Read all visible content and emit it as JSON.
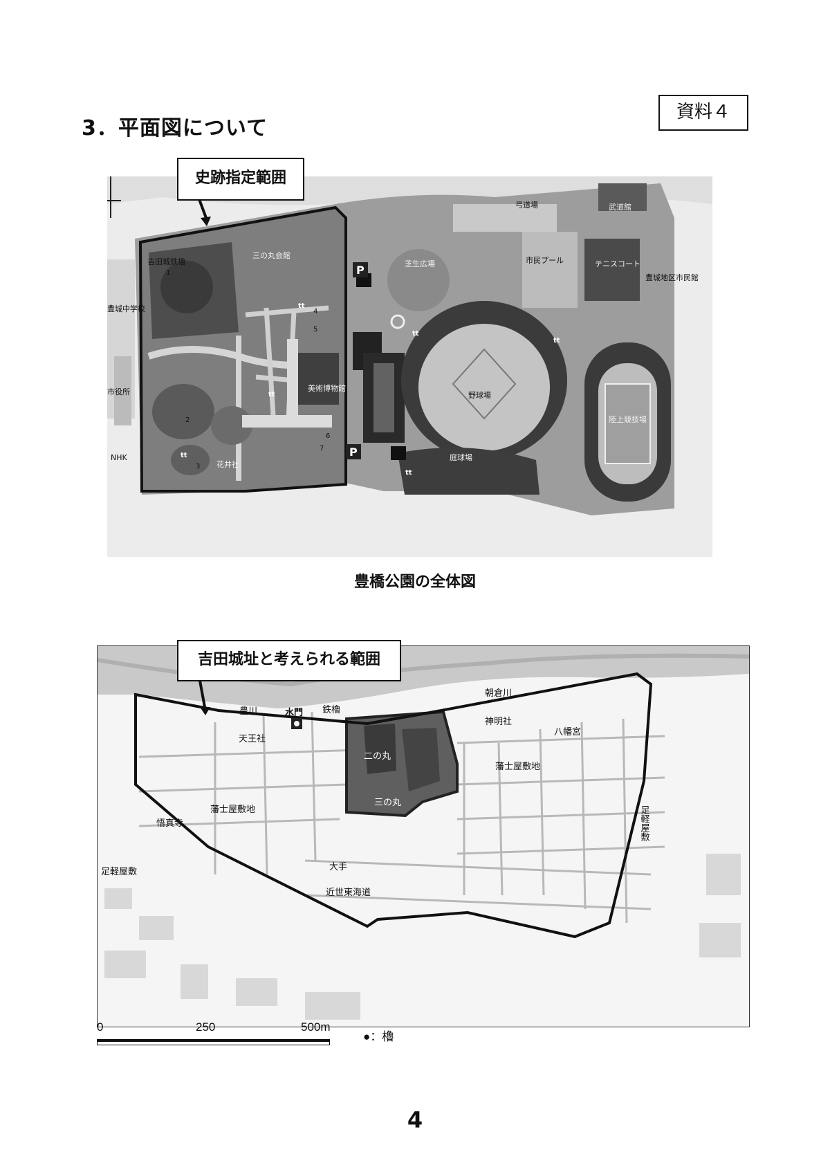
{
  "heading": "3．平面図について",
  "badge": "資料４",
  "map1": {
    "callout": "史跡指定範囲",
    "caption": "豊橋公園の全体図",
    "labels": {
      "yoshida_castle": "吉田城鉄櫓",
      "sannomaru": "三の丸会館",
      "art_museum": "美術博物館",
      "hana_shrine": "花井社",
      "baseball": "野球場",
      "lawn_plaza": "芝生広場",
      "track_field": "陸上競技場",
      "pool": "市民プール",
      "archery": "弓道場",
      "budo": "武道館",
      "tennis": "テニスコート",
      "toyoshiro_hall": "豊城地区市民館",
      "toyoshiro_jhs": "豊城中学校",
      "city_hall": "市役所",
      "nhk": "NHK",
      "tennis2": "庭球場",
      "parking_mark": "P",
      "toilet": "tt",
      "num1": "1",
      "num2": "2",
      "num3": "3",
      "num4": "4",
      "num5": "5",
      "num6": "6",
      "num7": "7"
    }
  },
  "map2": {
    "callout": "吉田城址と考えられる範囲",
    "labels": {
      "asakura": "朝倉川",
      "toyokawa": "豊川",
      "suimon": "水門",
      "kurogane": "鉄櫓",
      "shinmei": "神明社",
      "hachiman": "八幡宮",
      "tenno": "天王社",
      "ninomaru": "二の丸",
      "sannomaru": "三の丸",
      "hanshi_east": "藩士屋敷地",
      "hanshi_west": "藩士屋敷地",
      "ashigaru_east": "足軽屋敷",
      "ashigaru_west": "足軽屋敷",
      "goshinji": "悟真寺",
      "ote": "大手",
      "tokaido": "近世東海道"
    }
  },
  "scale": {
    "tick0": "0",
    "tick1": "250",
    "tick2": "500m",
    "legend": "●：櫓"
  },
  "page_number": "4"
}
